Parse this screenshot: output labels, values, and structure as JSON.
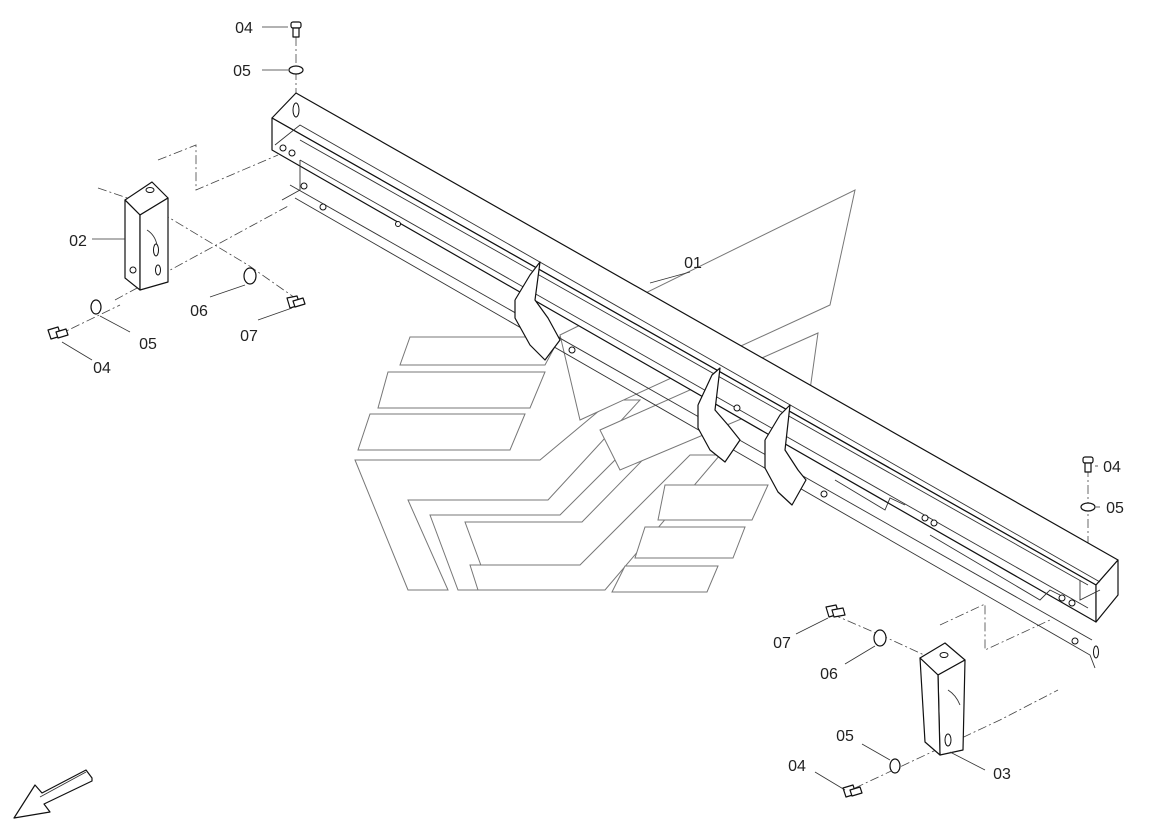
{
  "diagram": {
    "type": "exploded-parts-view",
    "colors": {
      "line": "#111111",
      "watermark": "#777777",
      "background": "#ffffff"
    },
    "callouts": [
      {
        "id": "callout-01-main-beam",
        "text": "01"
      },
      {
        "id": "callout-02-left-bracket",
        "text": "02"
      },
      {
        "id": "callout-03-right-bracket",
        "text": "03"
      },
      {
        "id": "callout-04-top-left-bolt",
        "text": "04"
      },
      {
        "id": "callout-05-top-left-washer",
        "text": "05"
      },
      {
        "id": "callout-06-left-washer",
        "text": "06"
      },
      {
        "id": "callout-07-left-bolt",
        "text": "07"
      },
      {
        "id": "callout-05-left-lower-washer",
        "text": "05"
      },
      {
        "id": "callout-04-left-lower-bolt",
        "text": "04"
      },
      {
        "id": "callout-04-top-right-bolt",
        "text": "04"
      },
      {
        "id": "callout-05-top-right-washer",
        "text": "05"
      },
      {
        "id": "callout-07-right-bolt",
        "text": "07"
      },
      {
        "id": "callout-06-right-washer",
        "text": "06"
      },
      {
        "id": "callout-05-right-lower-washer",
        "text": "05"
      },
      {
        "id": "callout-04-right-lower-bolt",
        "text": "04"
      }
    ],
    "icons": [
      "direction-arrow-icon",
      "brand-watermark-icon"
    ]
  }
}
